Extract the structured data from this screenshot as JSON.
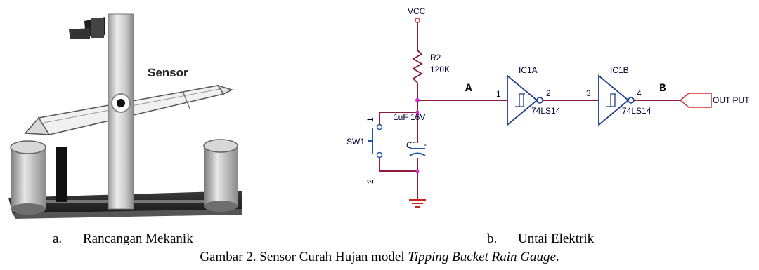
{
  "mechanical": {
    "sensor_label": "Sensor"
  },
  "schematic": {
    "vcc": "VCC",
    "r2_name": "R2",
    "r2_value": "120K",
    "node_a": "A",
    "node_b": "B",
    "pin1": "1",
    "pin2": "2",
    "pin3": "3",
    "pin4": "4",
    "ic1a": "IC1A",
    "ic1b": "IC1B",
    "ic1a_part": "74LS14",
    "ic1b_part": "74LS14",
    "cap_value": "1uF 16V",
    "cap_name": "C5",
    "cap_plus": "+",
    "sw_name": "SW1",
    "sw_pin1": "1",
    "sw_pin2": "2",
    "output": "OUT PUT"
  },
  "captions": {
    "left_marker": "a.",
    "left_text": "Rancangan Mekanik",
    "right_marker": "b.",
    "right_text": "Untai Elektrik",
    "figure_prefix": "Gambar 2. Sensor Curah Hujan model ",
    "figure_italic": "Tipping Bucket Rain Gauge",
    "figure_suffix": "."
  },
  "colors": {
    "wire": "#8b1c3a",
    "node": "#cc33cc",
    "gate": "#1d3d8f",
    "cap": "#2255aa",
    "ground": "#cc2222"
  }
}
